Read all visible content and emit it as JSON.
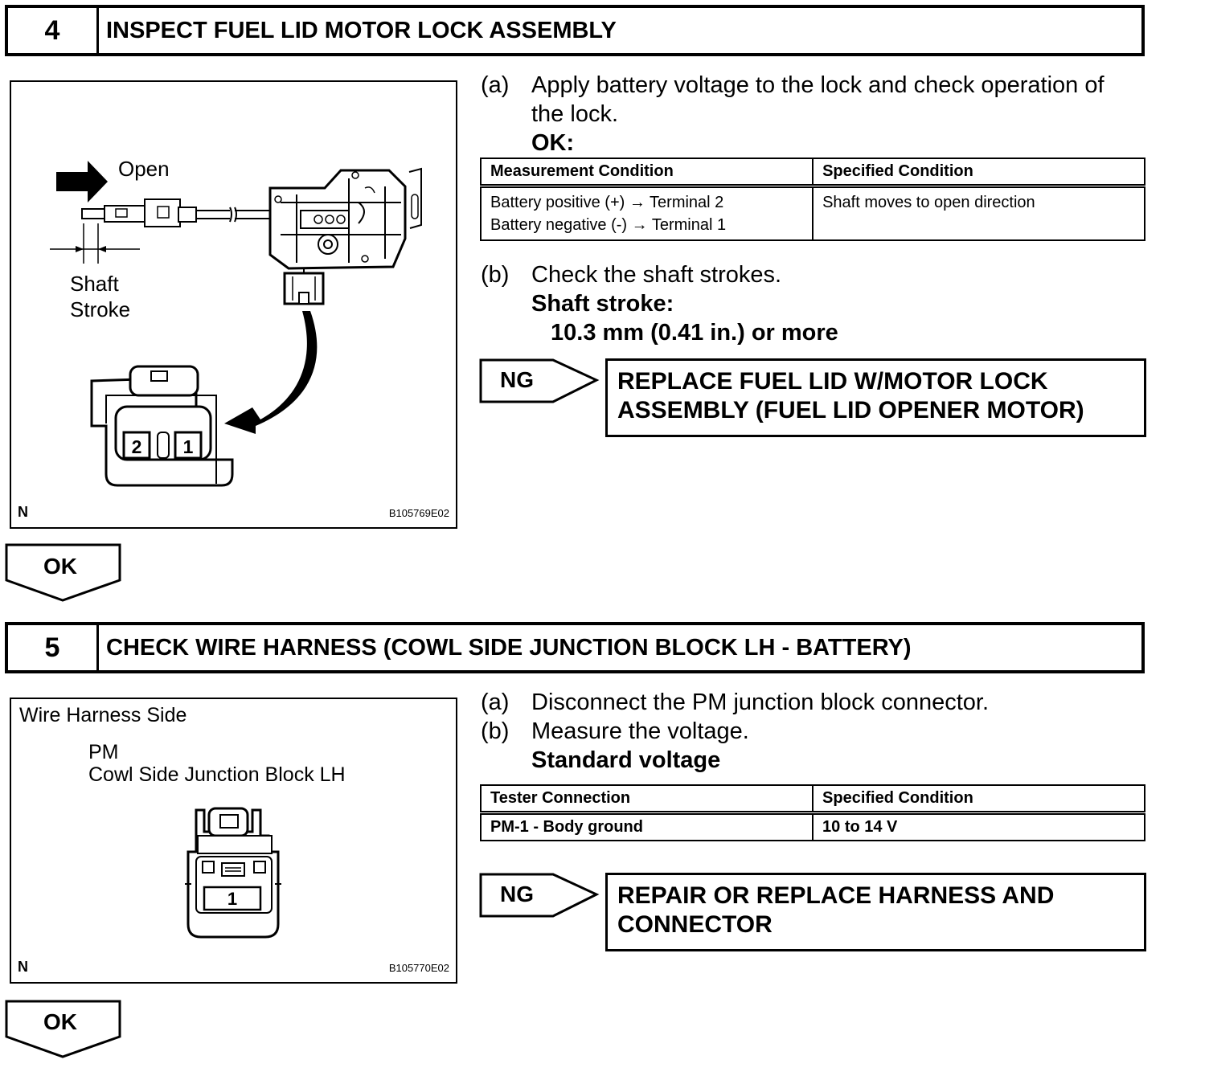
{
  "section4": {
    "number": "4",
    "title": "INSPECT FUEL LID MOTOR LOCK ASSEMBLY",
    "figure": {
      "label_open": "Open",
      "label_shaft": "Shaft",
      "label_stroke": "Stroke",
      "terminal_2": "2",
      "terminal_1": "1",
      "corner": "N",
      "code": "B105769E02"
    },
    "step_a": {
      "label": "(a)",
      "line1": "Apply battery voltage to the lock and check operation of",
      "line2": "the lock.",
      "ok_label": "OK:"
    },
    "table": {
      "col1": "Measurement Condition",
      "col2": "Specified Condition",
      "row_col1_line1": "Battery positive (+) → Terminal 2",
      "row_col1_line2": "Battery negative (-) → Terminal 1",
      "row_col2": "Shaft moves to open direction"
    },
    "step_b": {
      "label": "(b)",
      "line1": "Check the shaft strokes.",
      "line2": "Shaft stroke:",
      "line3": "10.3 mm (0.41 in.) or more"
    },
    "ng": {
      "label": "NG",
      "line1": "REPLACE FUEL LID W/MOTOR LOCK",
      "line2": "ASSEMBLY (FUEL LID OPENER MOTOR)"
    },
    "ok": "OK"
  },
  "section5": {
    "number": "5",
    "title": "CHECK WIRE HARNESS (COWL SIDE JUNCTION BLOCK LH - BATTERY)",
    "figure": {
      "label_side": "Wire Harness Side",
      "label_pm": "PM",
      "label_block": "Cowl Side Junction Block LH",
      "terminal_1": "1",
      "corner": "N",
      "code": "B105770E02"
    },
    "step_a": {
      "label": "(a)",
      "text": "Disconnect the PM junction block connector."
    },
    "step_b": {
      "label": "(b)",
      "text": "Measure the voltage.",
      "sub": "Standard voltage"
    },
    "table": {
      "col1": "Tester Connection",
      "col2": "Specified Condition",
      "row_col1": "PM-1 - Body ground",
      "row_col2": "10 to 14 V"
    },
    "ng": {
      "label": "NG",
      "line1": "REPAIR OR REPLACE HARNESS AND",
      "line2": "CONNECTOR"
    },
    "ok": "OK"
  }
}
